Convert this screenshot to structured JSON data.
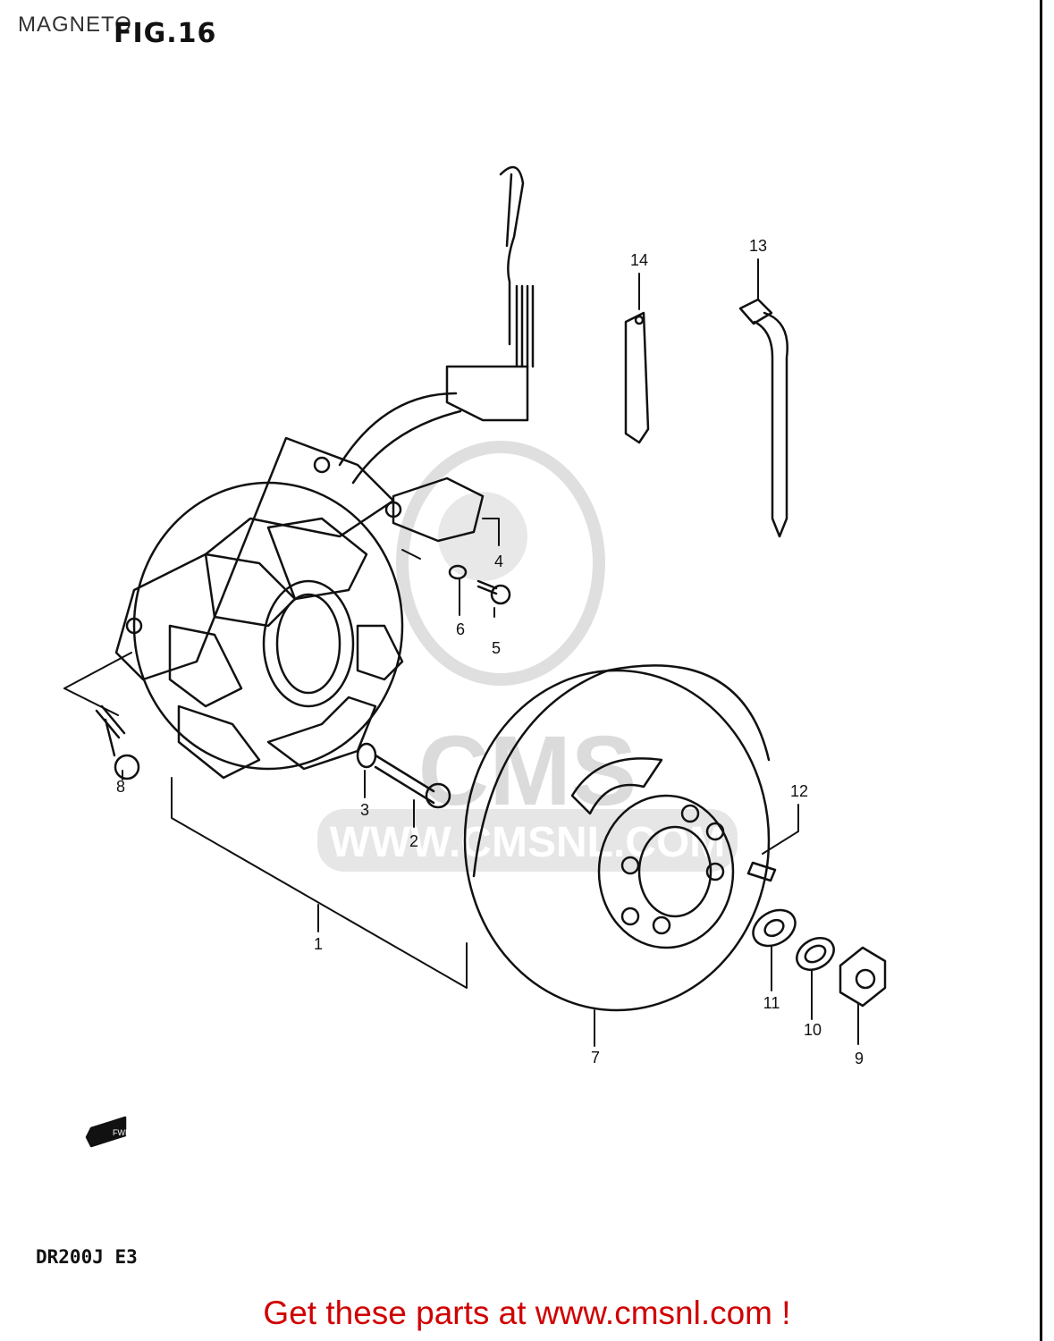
{
  "header": {
    "title": "MAGNETO",
    "figure": "FIG.16"
  },
  "footer": {
    "model": "DR200J  E3",
    "cta": "Get these parts at www.cmsnl.com !"
  },
  "watermark": {
    "logo": "CMS",
    "url": "WWW.CMSNL.COM"
  },
  "fwd_arrow": {
    "label": "FWD"
  },
  "callouts": {
    "c1": "1",
    "c2": "2",
    "c3": "3",
    "c4": "4",
    "c5": "5",
    "c6": "6",
    "c7": "7",
    "c8": "8",
    "c9": "9",
    "c10": "10",
    "c11": "11",
    "c12": "12",
    "c13": "13",
    "c14": "14"
  },
  "colors": {
    "line": "#111111",
    "cta": "#d00000",
    "watermark": "#d8d8d8"
  }
}
